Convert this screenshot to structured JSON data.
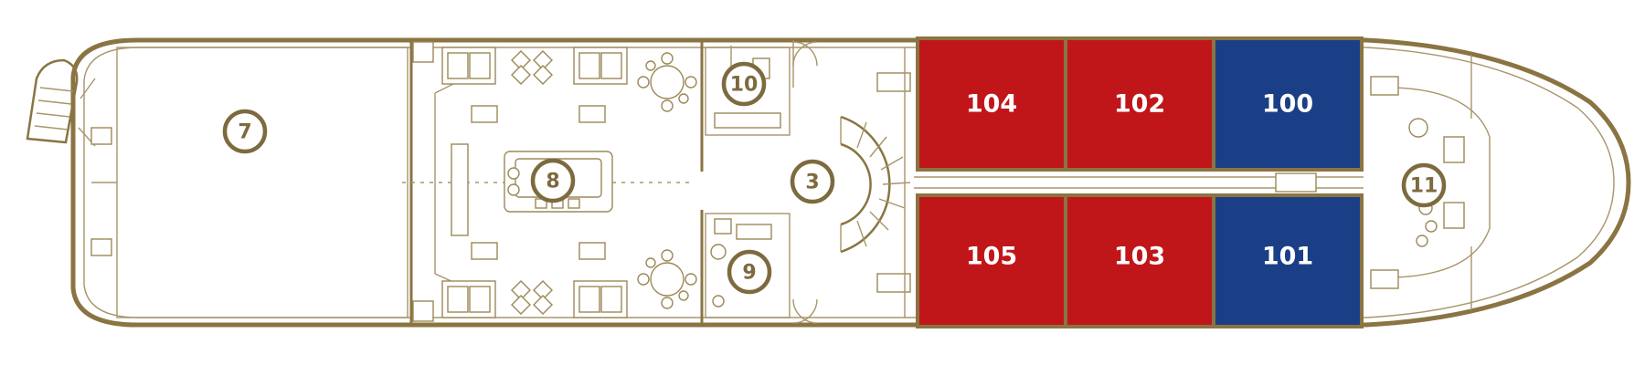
{
  "colors": {
    "hull_stroke": "#8a7442",
    "cabin_red": "#c0161a",
    "cabin_blue": "#1b3f86",
    "marker": "#7d6a3e",
    "background": "#ffffff"
  },
  "cabins": [
    {
      "number": "104",
      "category": "red"
    },
    {
      "number": "102",
      "category": "red"
    },
    {
      "number": "100",
      "category": "blue"
    },
    {
      "number": "105",
      "category": "red"
    },
    {
      "number": "103",
      "category": "red"
    },
    {
      "number": "101",
      "category": "blue"
    }
  ],
  "markers": [
    {
      "label": "7"
    },
    {
      "label": "8"
    },
    {
      "label": "10"
    },
    {
      "label": "3"
    },
    {
      "label": "9"
    },
    {
      "label": "11"
    }
  ]
}
